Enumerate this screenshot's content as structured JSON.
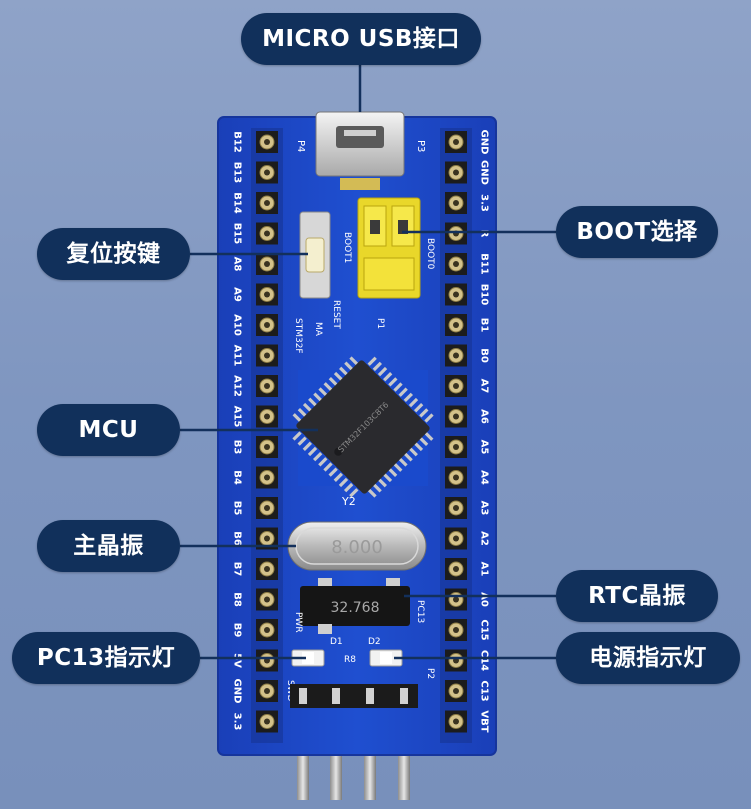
{
  "labels": {
    "usb": "MICRO USB接口",
    "reset": "复位按键",
    "boot": "BOOT选择",
    "mcu": "MCU",
    "crystal": "主晶振",
    "rtc": "RTC晶振",
    "pc13": "PC13指示灯",
    "power": "电源指示灯"
  },
  "board": {
    "left_pins": [
      "B12",
      "B13",
      "B14",
      "B15",
      "A8",
      "A9",
      "A10",
      "A11",
      "A12",
      "A15",
      "B3",
      "B4",
      "B5",
      "B6",
      "B7",
      "B8",
      "B9",
      "5V",
      "GND",
      "3.3"
    ],
    "right_pins": [
      "GND",
      "GND",
      "3.3",
      "R",
      "B11",
      "B10",
      "B1",
      "B0",
      "A7",
      "A6",
      "A5",
      "A4",
      "A3",
      "A2",
      "A1",
      "A0",
      "C15",
      "C14",
      "C13",
      "VBT"
    ],
    "silkscreen": {
      "p4": "P4",
      "p3": "P3",
      "boot1": "BOOT1",
      "boot0": "BOOT0",
      "p1": "P1",
      "reset": "RESET",
      "stm32": "STM32F",
      "ma": "MA",
      "y2": "Y2",
      "pwr": "PWR",
      "d1": "D1",
      "d2": "D2",
      "pc13": "PC13",
      "p2": "P2",
      "r8": "R8",
      "swd": "SWD"
    },
    "crystal_text": "8.000",
    "rtc_text": "32.768",
    "chip_text": "STM32F103C8T6"
  },
  "colors": {
    "label_bg": "#11305b",
    "board": "#1948c4",
    "header_gold": "#d4c28a",
    "jumper": "#f2e12a"
  }
}
